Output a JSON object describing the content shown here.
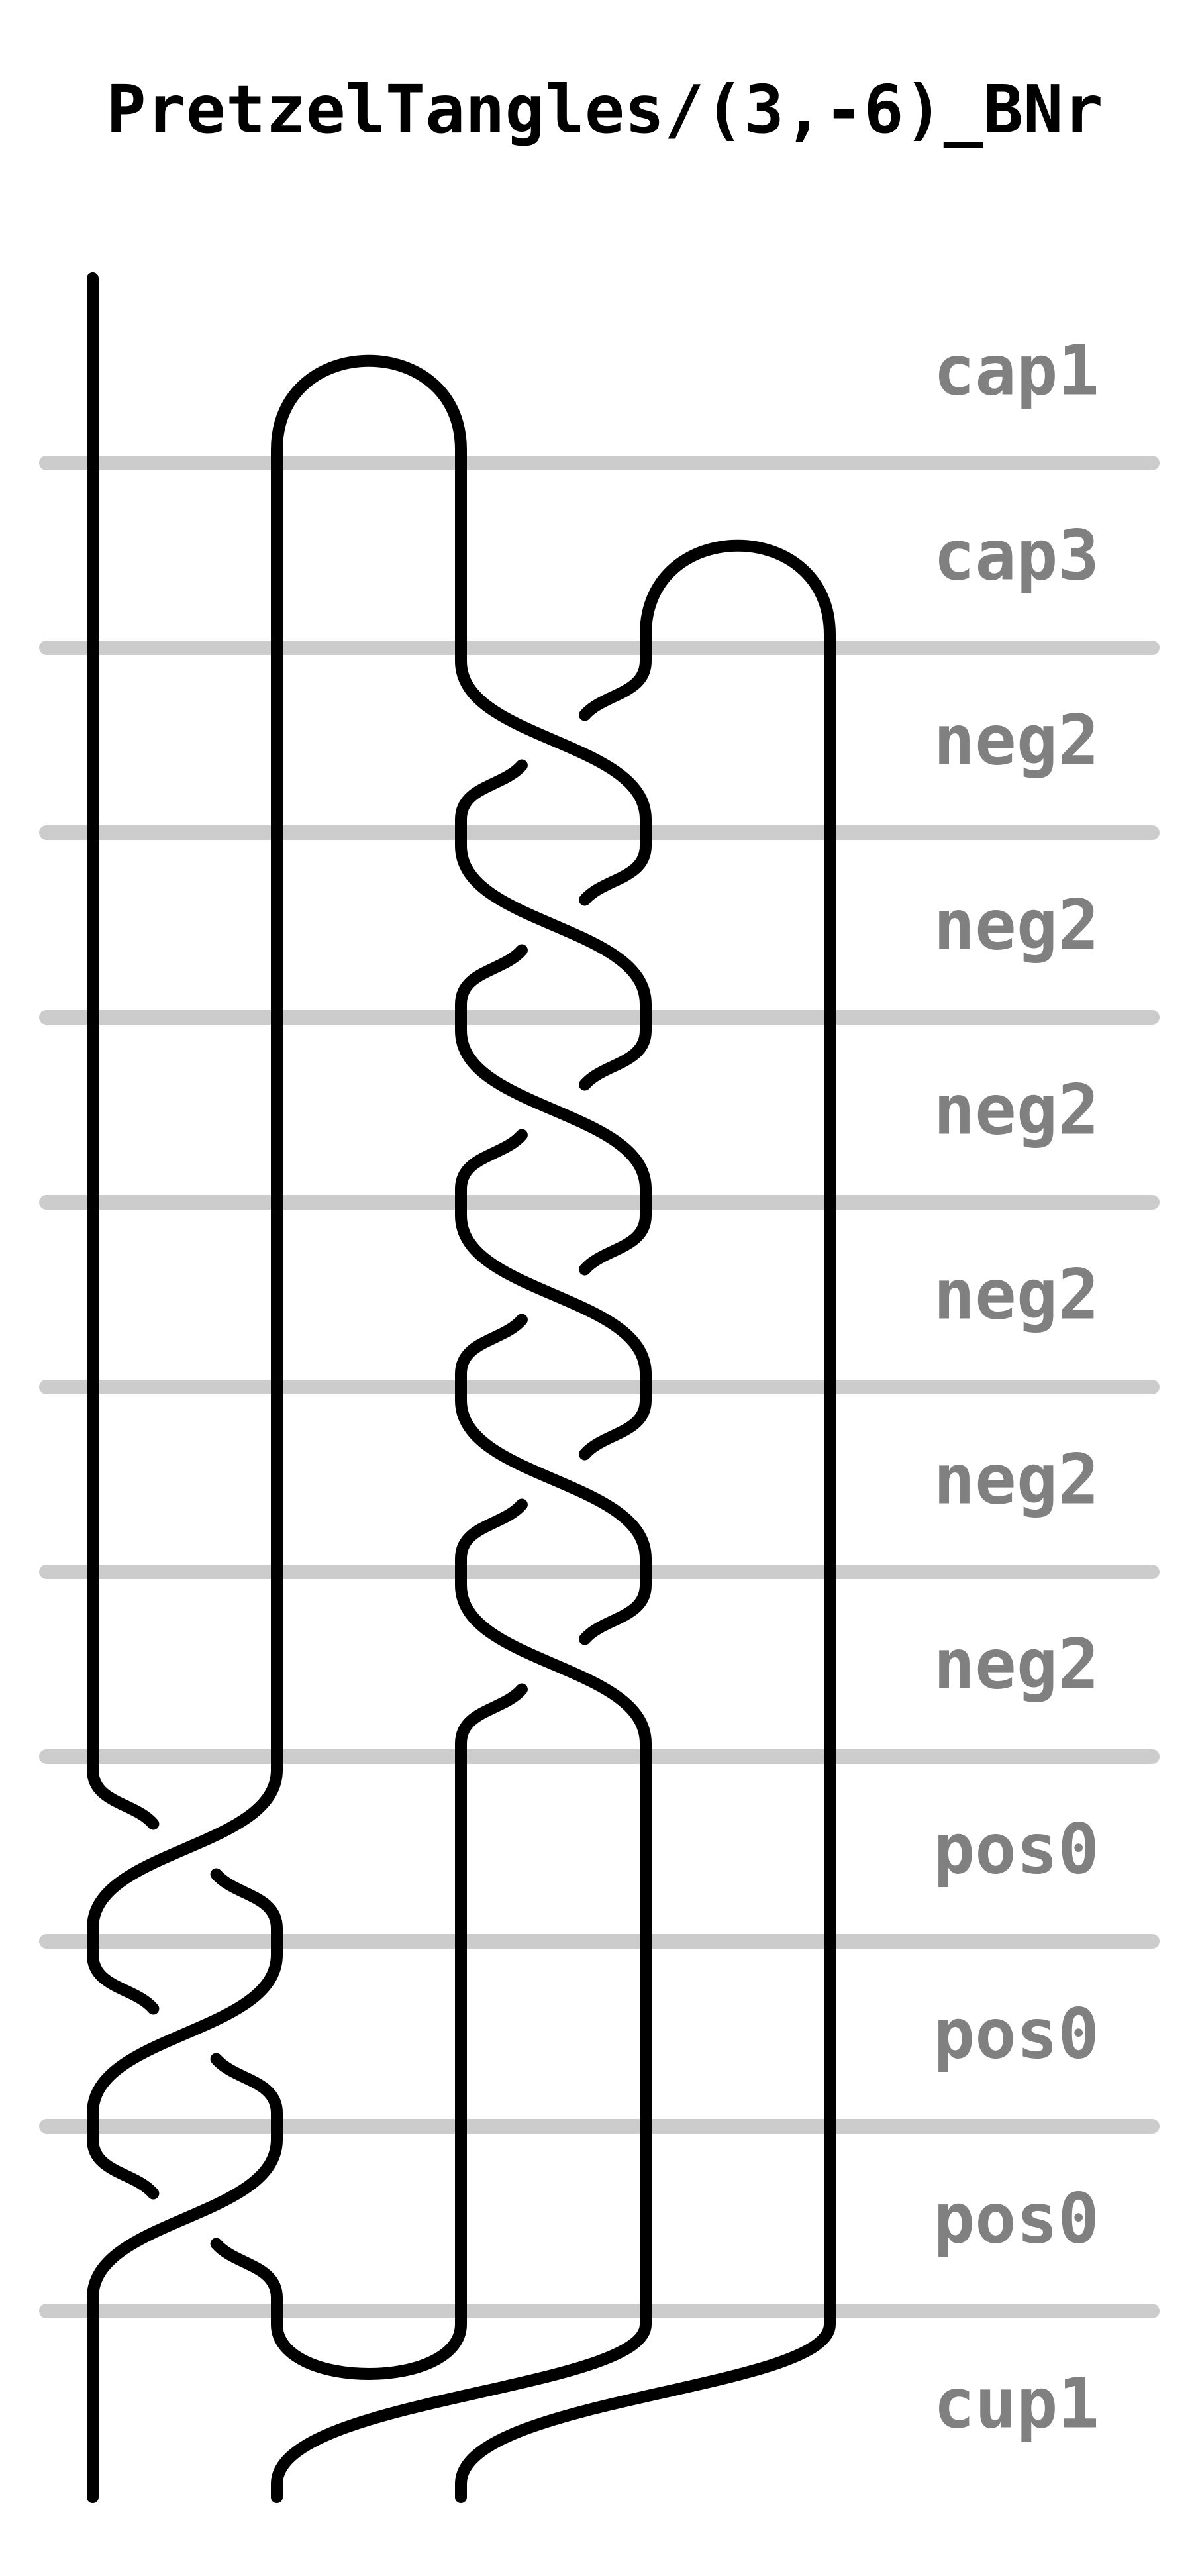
{
  "title": "PretzelTangles/(3,-6)_BNr",
  "rows": [
    {
      "label": "cap1"
    },
    {
      "label": "cap3"
    },
    {
      "label": "neg2"
    },
    {
      "label": "neg2"
    },
    {
      "label": "neg2"
    },
    {
      "label": "neg2"
    },
    {
      "label": "neg2"
    },
    {
      "label": "neg2"
    },
    {
      "label": "pos0"
    },
    {
      "label": "pos0"
    },
    {
      "label": "pos0"
    },
    {
      "label": "cup1"
    }
  ],
  "colors": {
    "strand": "#000000",
    "separator": "#cccccc",
    "label": "#808080",
    "title": "#000000",
    "background": "#ffffff"
  }
}
